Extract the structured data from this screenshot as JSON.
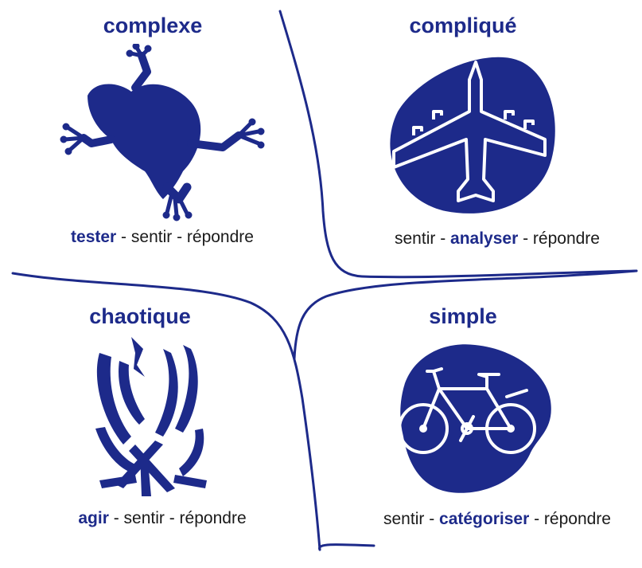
{
  "quadrants": {
    "complex": {
      "title": "complexe",
      "caption": {
        "a": "tester",
        "b": " - sentir - répondre",
        "c": ""
      },
      "icon": "frog-icon"
    },
    "complicated": {
      "title": "compliqué",
      "caption": {
        "a": "sentir - ",
        "b": "analyser",
        "c": " - répondre"
      },
      "icon": "airplane-icon"
    },
    "chaotic": {
      "title": "chaotique",
      "caption": {
        "a": "agir",
        "b": " - sentir - répondre",
        "c": ""
      },
      "icon": "fire-icon"
    },
    "simple": {
      "title": "simple",
      "caption": {
        "a": "sentir - ",
        "b": "catégoriser",
        "c": " - répondre"
      },
      "icon": "bicycle-icon"
    }
  },
  "colors": {
    "accent": "#1d2a8a",
    "text": "#1a1a1a",
    "background": "#ffffff"
  }
}
